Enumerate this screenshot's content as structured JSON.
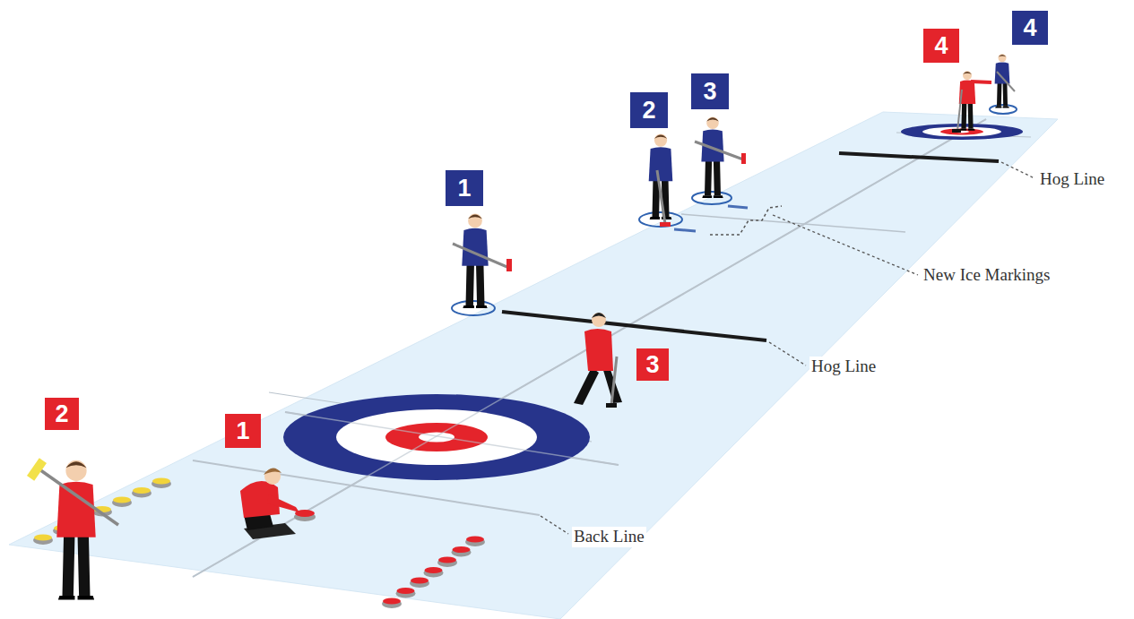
{
  "diagram": {
    "nodes": [
      {
        "text": [
          "4"
        ]
      },
      {
        "text": [
          "4"
        ]
      },
      {
        "text": [
          "3"
        ]
      },
      {
        "text": [
          "2"
        ]
      },
      {
        "text": [
          "1"
        ]
      },
      {
        "text": [
          "3"
        ]
      },
      {
        "text": [
          "2"
        ]
      },
      {
        "text": [
          "1"
        ]
      }
    ],
    "labels": [
      "Hog Line",
      "New Ice Markings",
      "Hog Line",
      "Back Line"
    ]
  }
}
